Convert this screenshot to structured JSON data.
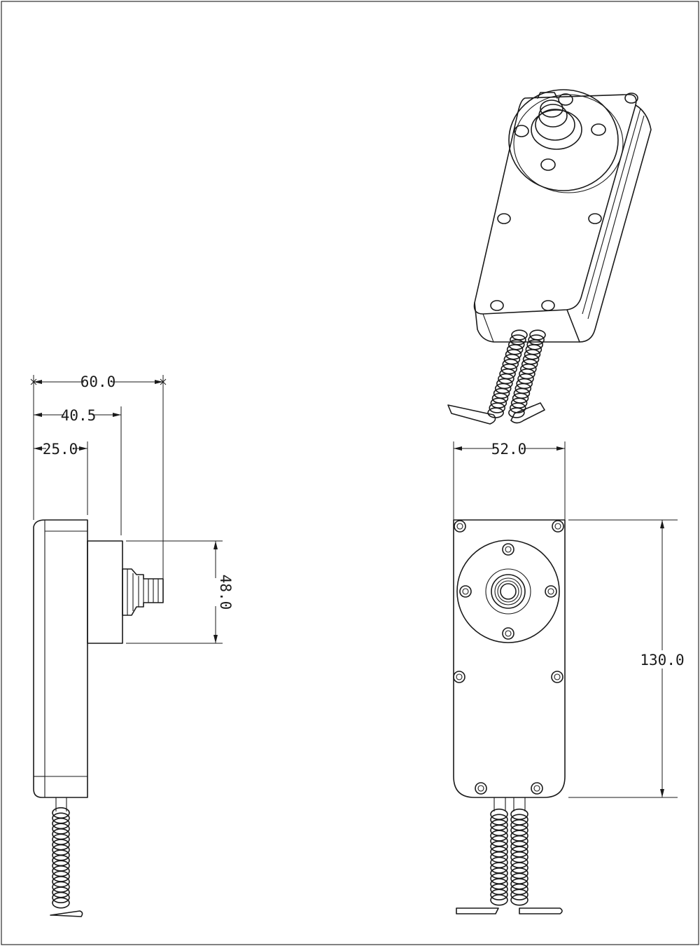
{
  "colors": {
    "line": "#1a1a1a",
    "background": "#ffffff"
  },
  "side_view": {
    "dim_overall": "60.0",
    "dim_mid": "40.5",
    "dim_body": "25.0",
    "dim_height": "48.0"
  },
  "front_view": {
    "dim_width": "52.0",
    "dim_length": "130.0"
  }
}
